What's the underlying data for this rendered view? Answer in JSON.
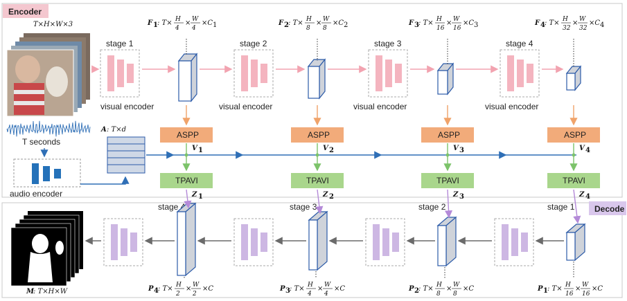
{
  "tags": {
    "encoder": "Encoder",
    "decoder": "Decode"
  },
  "input": {
    "dims": "T×H×W×3",
    "seconds": "T seconds",
    "audio_encoder": "audio encoder"
  },
  "audio_feature": {
    "label": "A",
    "dims": ": T×d"
  },
  "encoder_stages": [
    {
      "stage": "stage 1",
      "sub": "visual encoder",
      "feat": "F",
      "idx": "1",
      "pre": ": T×",
      "hd": "4",
      "wd": "4",
      "post": "×C",
      "ci": "1"
    },
    {
      "stage": "stage 2",
      "sub": "visual encoder",
      "feat": "F",
      "idx": "2",
      "pre": ": T×",
      "hd": "8",
      "wd": "8",
      "post": "×C",
      "ci": "2"
    },
    {
      "stage": "stage 3",
      "sub": "visual encoder",
      "feat": "F",
      "idx": "3",
      "pre": ": T×",
      "hd": "16",
      "wd": "16",
      "post": "×C",
      "ci": "3"
    },
    {
      "stage": "stage 4",
      "sub": "visual encoder",
      "feat": "F",
      "idx": "4",
      "pre": ": T×",
      "hd": "32",
      "wd": "32",
      "post": "×C",
      "ci": "4"
    }
  ],
  "fractions": {
    "h": "H",
    "w": "W"
  },
  "aspp_label": "ASPP",
  "tpavi_label": "TPAVI",
  "v_labels": [
    {
      "name": "V",
      "idx": "1"
    },
    {
      "name": "V",
      "idx": "2"
    },
    {
      "name": "V",
      "idx": "3"
    },
    {
      "name": "V",
      "idx": "4"
    }
  ],
  "z_labels": [
    {
      "name": "Z",
      "idx": "1"
    },
    {
      "name": "Z",
      "idx": "2"
    },
    {
      "name": "Z",
      "idx": "3"
    },
    {
      "name": "Z",
      "idx": "4"
    }
  ],
  "decoder_stages": [
    {
      "stage": "stage 4",
      "feat": "P",
      "idx": "4",
      "pre": ": T×",
      "hd": "2",
      "wd": "2",
      "post": "×C"
    },
    {
      "stage": "stage 3",
      "feat": "P",
      "idx": "3",
      "pre": ": T×",
      "hd": "4",
      "wd": "4",
      "post": "×C"
    },
    {
      "stage": "stage 2",
      "feat": "P",
      "idx": "2",
      "pre": ": T×",
      "hd": "8",
      "wd": "8",
      "post": "×C"
    },
    {
      "stage": "stage 1",
      "feat": "P",
      "idx": "1",
      "pre": ": T×",
      "hd": "16",
      "wd": "16",
      "post": "×C"
    }
  ],
  "output": {
    "label": "M",
    "dims": ": T×H×W"
  },
  "colors": {
    "encoder_tag": "#f4c7cf",
    "decoder_tag": "#d9c7ec",
    "enc_bar": "#f4b4bf",
    "dec_bar": "#cdb7e3",
    "aspp": "#f2ab7a",
    "tpavi": "#a9d68c",
    "cube_front": "#ffffff",
    "cube_side": "#cfd3da",
    "cube_edge": "#2b5aa8",
    "arrow_pink": "#f2a3b0",
    "arrow_orange": "#f0a36a",
    "arrow_green": "#7cc36a",
    "arrow_purple": "#b48ad8",
    "arrow_gray": "#6b6b6b",
    "arrow_blue": "#2f6fb6",
    "waveform": "#2f6fb6",
    "audio_bar": "#2471b9"
  }
}
